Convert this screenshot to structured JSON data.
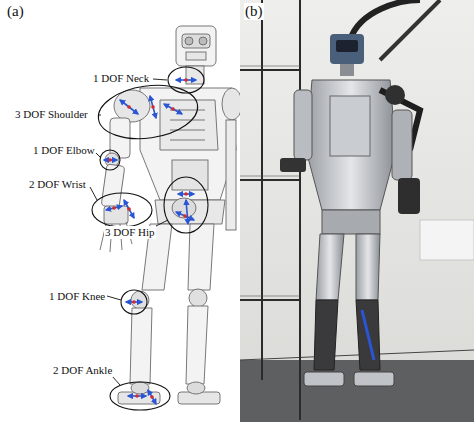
{
  "diagram": {
    "labels": [
      "(a)",
      "(b)",
      "1 DOF Neck",
      "3 DOF Shoulder",
      "1 DOF Elbow",
      "2 DOF Wrist",
      "3 DOF Hip",
      "1 DOF Knee",
      "2 DOF Ankle"
    ]
  }
}
